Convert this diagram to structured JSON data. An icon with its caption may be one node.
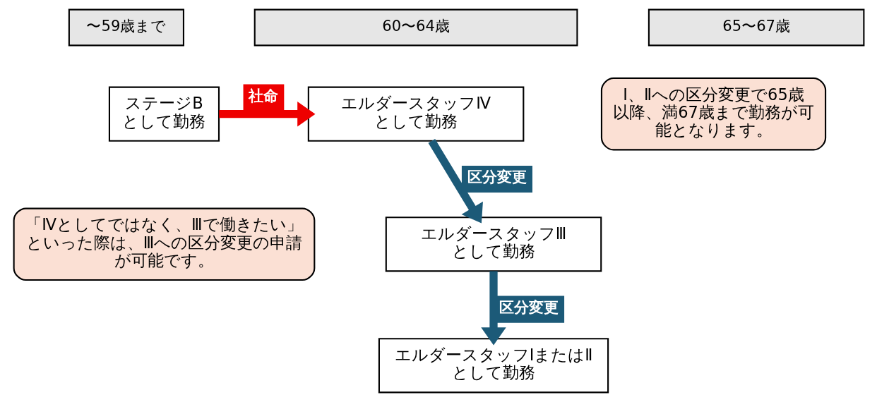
{
  "diagram": {
    "nodes": [
      {
        "text": [
          "〜59歳まで"
        ]
      },
      {
        "text": [
          "60〜64歳"
        ]
      },
      {
        "text": [
          "65〜67歳"
        ]
      },
      {
        "text": [
          "ステージBとして勤務"
        ]
      },
      {
        "text": [
          "エルダースタッフⅣとして勤務"
        ]
      },
      {
        "text": [
          "エルダースタッフⅢとして勤務"
        ]
      },
      {
        "text": [
          "エルダースタッフⅠまたはⅡとして勤務"
        ]
      },
      {
        "text": [
          "「Ⅳとしてではなく、Ⅲで働きたい」といった際は、Ⅲへの区分変更の申請が可能です。"
        ]
      },
      {
        "text": [
          "Ⅰ、Ⅱへの区分変更で65歳以降、満67歳まで勤務が可能となります。"
        ]
      }
    ],
    "edges": [
      {
        "from": 3,
        "to": 4,
        "arrow": "to",
        "label": "社命",
        "color": "#ee0000"
      },
      {
        "from": 4,
        "to": 5,
        "arrow": "to",
        "label": "区分変更"
      },
      {
        "from": 5,
        "to": 6,
        "arrow": "to",
        "label": "区分変更"
      }
    ]
  }
}
